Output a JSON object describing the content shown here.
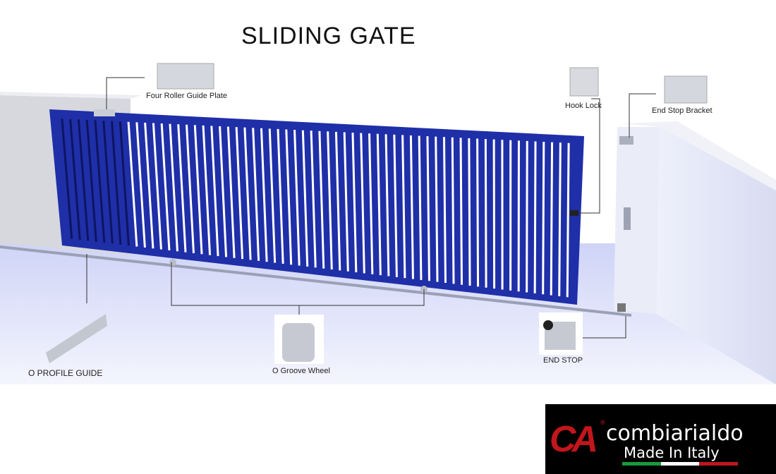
{
  "title": "SLIDING GATE",
  "labels": {
    "four_roller": "Four Roller Guide Plate",
    "hook_lock": "Hook Lock",
    "end_stop_bracket": "End Stop Bracket",
    "o_profile": "O PROFILE GUIDE",
    "o_groove": "O Groove Wheel",
    "end_stop": "END STOP"
  },
  "logo": {
    "mark": "CA",
    "brand": "combiarialdo",
    "tagline": "Made In Italy",
    "flag_colors": [
      "#1a9a3a",
      "#ffffff",
      "#c0161c"
    ]
  },
  "colors": {
    "gate": "#1f2fa8",
    "wall": "#d9dbe3",
    "ground": "#e6e8fb"
  }
}
